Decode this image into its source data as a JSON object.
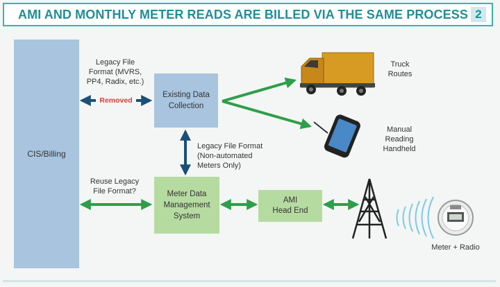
{
  "header": {
    "title": "AMI AND MONTHLY METER READS ARE BILLED VIA THE SAME PROCESS",
    "page_number": "2"
  },
  "boxes": {
    "cis": "CIS/Billing",
    "existing_line1": "Existing Data",
    "existing_line2": "Collection",
    "mdm_line1": "Meter Data",
    "mdm_line2": "Management",
    "mdm_line3": "System",
    "ami_line1": "AMI",
    "ami_line2": "Head End"
  },
  "labels": {
    "legacy_line1": "Legacy File",
    "legacy_line2": "Format (MVRS,",
    "legacy_line3": "PP4, Radix, etc.)",
    "removed": "Removed",
    "nonauto_line1": "Legacy File Format",
    "nonauto_line2": "(Non-automated",
    "nonauto_line3": "Meters Only)",
    "reuse_line1": "Reuse Legacy",
    "reuse_line2": "File Format?",
    "truck_line1": "Truck",
    "truck_line2": "Routes",
    "handheld_line1": "Manual",
    "handheld_line2": "Reading",
    "handheld_line3": "Handheld",
    "meter": "Meter + Radio"
  },
  "colors": {
    "title": "#1f8f96",
    "blue_box": "#a8c4de",
    "green_box": "#b6dba1",
    "green_arrow": "#2e9e4b",
    "navy_arrow": "#1c4f77",
    "removed": "#e23a3a"
  }
}
